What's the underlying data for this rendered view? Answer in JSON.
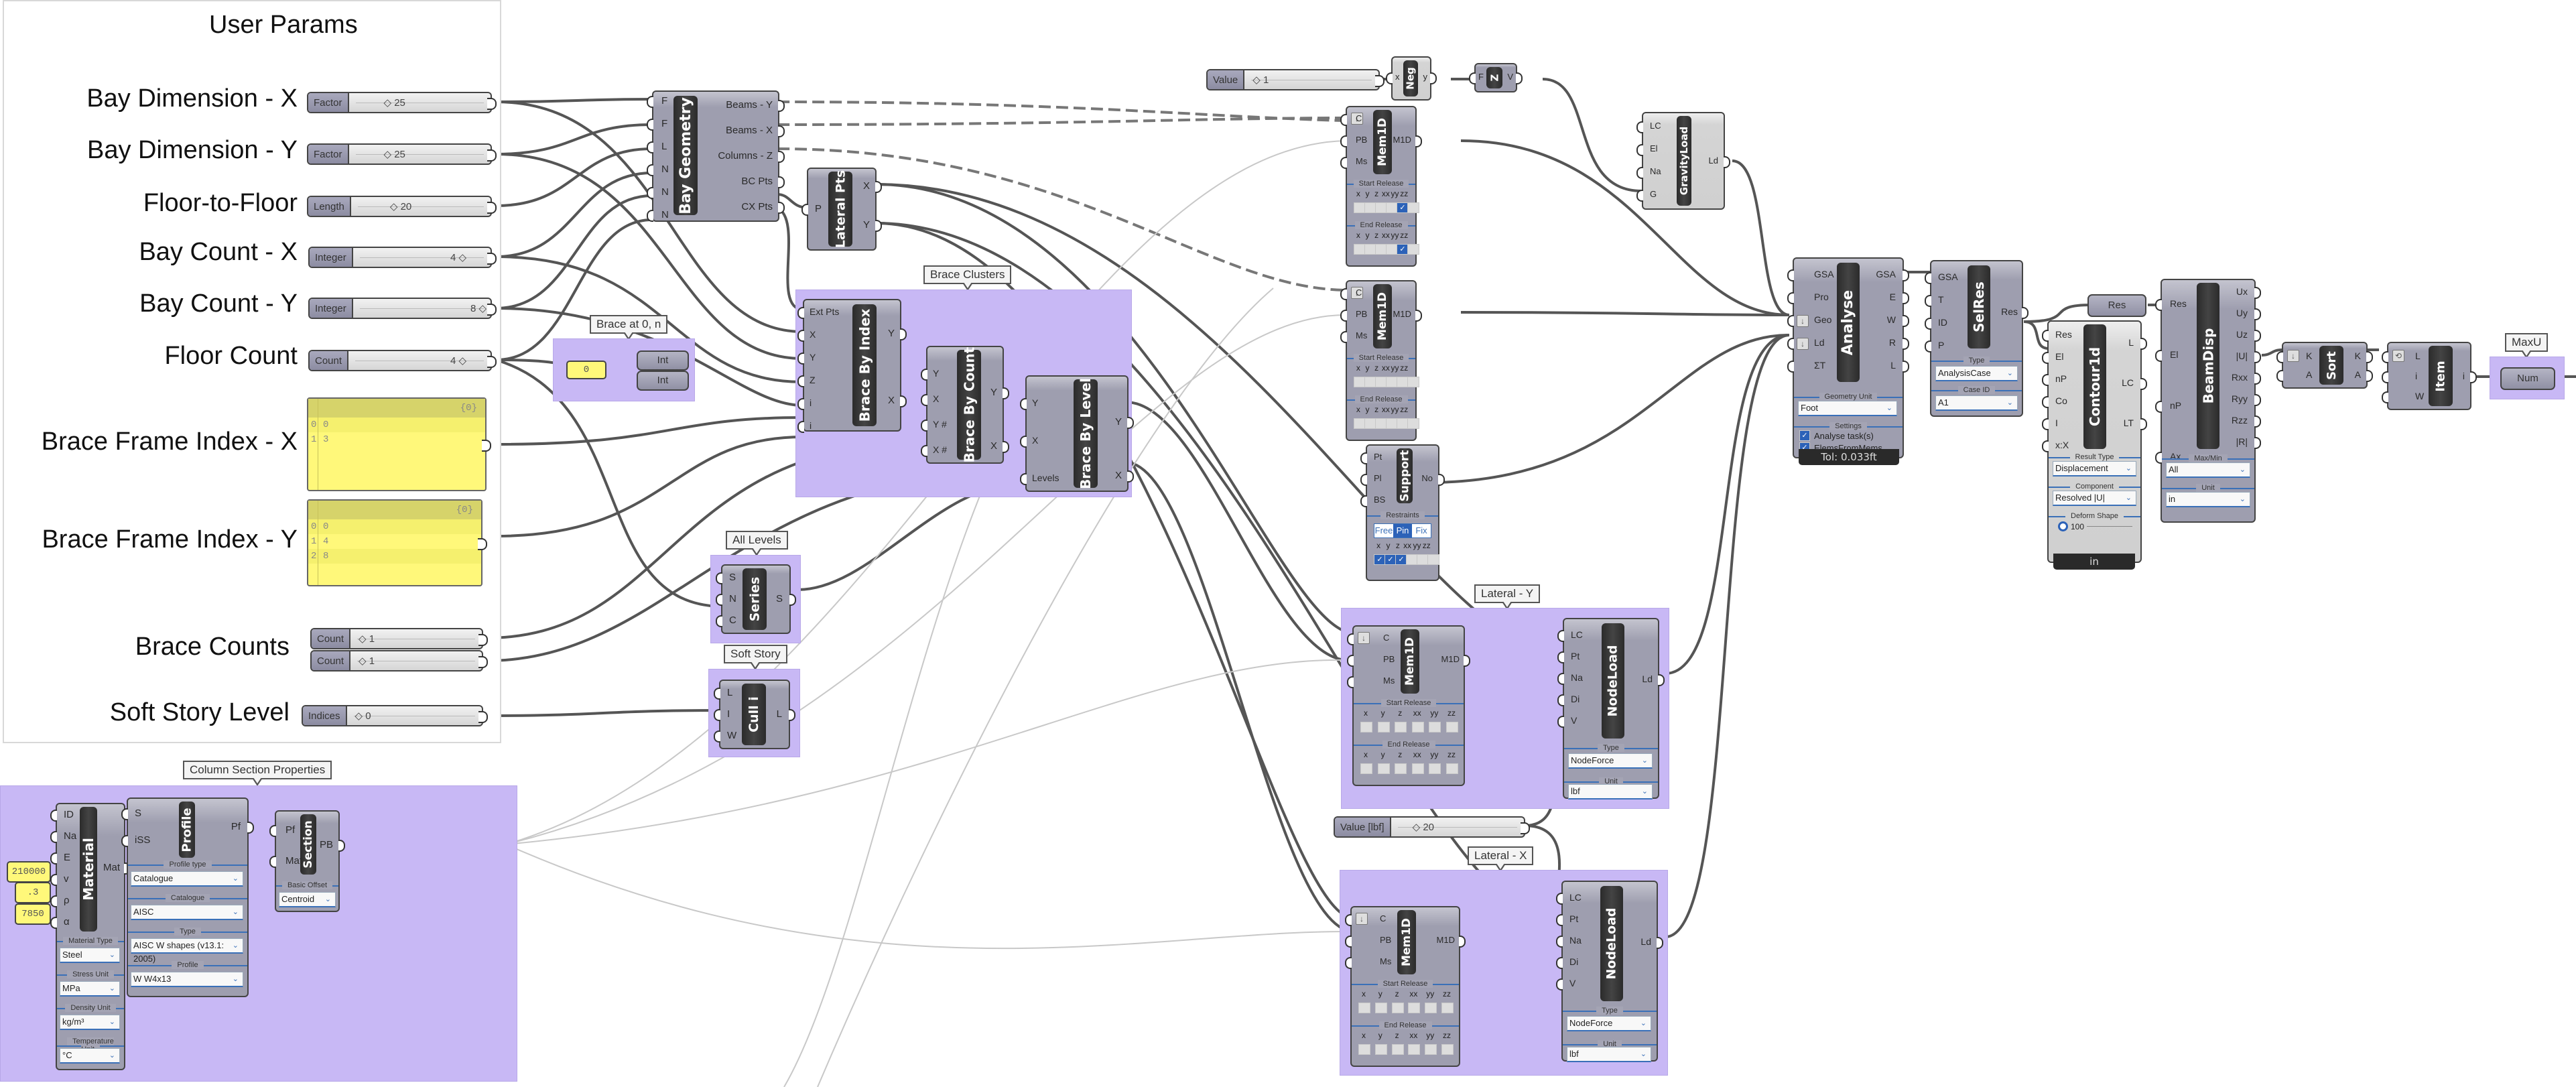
{
  "user_params": {
    "title": "User Params",
    "labels": {
      "bay_dim_x": "Bay Dimension - X",
      "bay_dim_y": "Bay Dimension - Y",
      "floor_to_floor": "Floor-to-Floor",
      "bay_count_x": "Bay Count - X",
      "bay_count_y": "Bay Count - Y",
      "floor_count": "Floor Count",
      "brace_index_x": "Brace Frame Index - X",
      "brace_index_y": "Brace Frame Index - Y",
      "brace_counts": "Brace Counts",
      "soft_story": "Soft Story Level"
    },
    "sliders": {
      "bay_dim_x": {
        "name": "Factor",
        "value": "25"
      },
      "bay_dim_y": {
        "name": "Factor",
        "value": "25"
      },
      "floor_to_floor": {
        "name": "Length",
        "value": "20"
      },
      "bay_count_x": {
        "name": "Integer",
        "value": "4"
      },
      "bay_count_y": {
        "name": "Integer",
        "value": "8"
      },
      "floor_count": {
        "name": "Count",
        "value": "4"
      },
      "brace_count_1": {
        "name": "Count",
        "value": "1"
      },
      "brace_count_2": {
        "name": "Count",
        "value": "1"
      },
      "soft_story": {
        "name": "Indices",
        "value": "0"
      }
    },
    "panels": {
      "brace_index_x": {
        "path": "{0}",
        "rows": [
          [
            "0",
            "0"
          ],
          [
            "1",
            "3"
          ]
        ]
      },
      "brace_index_y": {
        "path": "{0}",
        "rows": [
          [
            "0",
            "0"
          ],
          [
            "1",
            "4"
          ],
          [
            "2",
            "8"
          ]
        ]
      }
    }
  },
  "groups": {
    "brace_at": "Brace at 0, n",
    "brace_clusters": "Brace Clusters",
    "all_levels": "All Levels",
    "soft_story": "Soft Story",
    "column_section": "Column Section Properties",
    "lateral_y": "Lateral - Y",
    "lateral_x": "Lateral - X",
    "maxu": "MaxU"
  },
  "brace_at": {
    "value": "0",
    "int1": "Int",
    "int2": "Int"
  },
  "bay_geometry": {
    "name": "Bay Geometry",
    "inputs": [
      "F",
      "F",
      "L",
      "N",
      "N",
      "N"
    ],
    "outputs": [
      "Beams - Y",
      "Beams - X",
      "Columns - Z",
      "BC Pts",
      "CX Pts"
    ]
  },
  "lateral_pts": {
    "name": "Lateral Pts",
    "inputs": [
      "P"
    ],
    "outputs": [
      "X",
      "Y"
    ]
  },
  "brace_by_index": {
    "name": "Brace By Index",
    "inputs": [
      "Ext Pts",
      "X",
      "Y",
      "Z",
      "i",
      "i"
    ],
    "outputs": [
      "Y",
      "X"
    ]
  },
  "brace_by_count": {
    "name": "Brace By Count",
    "inputs": [
      "Y",
      "X",
      "Y #",
      "X #"
    ],
    "outputs": [
      "Y",
      "X"
    ]
  },
  "brace_by_level": {
    "name": "Brace By Level",
    "inputs": [
      "Y",
      "X",
      "Levels"
    ],
    "outputs": [
      "Y",
      "X"
    ]
  },
  "series": {
    "name": "Series",
    "inputs": [
      "S",
      "N",
      "C"
    ],
    "outputs": [
      "S"
    ]
  },
  "cull": {
    "name": "Cull i",
    "inputs": [
      "L",
      "I",
      "W"
    ],
    "outputs": [
      "L"
    ]
  },
  "material": {
    "name": "Material",
    "inputs": [
      "ID",
      "Na",
      "E",
      "v",
      "ρ",
      "α"
    ],
    "outputs": [
      "Mat"
    ],
    "values": [
      "210000",
      ".3",
      "7850"
    ],
    "sections": [
      {
        "label": "Material Type",
        "value": "Steel"
      },
      {
        "label": "Stress Unit",
        "value": "MPa"
      },
      {
        "label": "Density Unit",
        "value": "kg/m³"
      },
      {
        "label": "Temperature Unit",
        "value": "°C"
      }
    ]
  },
  "profile": {
    "name": "Profile",
    "inputs": [
      "S",
      "iSS"
    ],
    "outputs": [
      "Pf"
    ],
    "sections": [
      {
        "label": "Profile type",
        "value": "Catalogue"
      },
      {
        "label": "Catalogue",
        "value": "AISC"
      },
      {
        "label": "Type",
        "value": "AISC W shapes (v13.1: 2005)"
      },
      {
        "label": "Profile",
        "value": "W W4x13"
      }
    ]
  },
  "section": {
    "name": "Section",
    "inputs": [
      "Pf",
      "Mat"
    ],
    "outputs": [
      "PB"
    ],
    "sections": [
      {
        "label": "Basic Offset",
        "value": "Centroid"
      }
    ]
  },
  "value_top": {
    "name": "Value",
    "value": "1"
  },
  "neg": {
    "name": "Neg",
    "inputs": [
      "x"
    ],
    "outputs": [
      "y"
    ]
  },
  "unit_z": {
    "name": "Z",
    "inputs": [
      "F"
    ],
    "outputs": [
      "V"
    ]
  },
  "gravity_load": {
    "name": "GravityLoad",
    "inputs": [
      "LC",
      "El",
      "Na",
      "G"
    ],
    "outputs": [
      "Ld"
    ]
  },
  "mem1d": {
    "name": "Mem1D",
    "inputs": [
      "C",
      "PB",
      "Ms"
    ],
    "outputs": [
      "M1D"
    ],
    "start_label": "Start Release",
    "end_label": "End Release",
    "axes": [
      "x",
      "y",
      "z",
      "xx",
      "yy",
      "zz"
    ],
    "instances": [
      {
        "start": [
          false,
          false,
          false,
          false,
          true,
          false
        ],
        "end": [
          false,
          false,
          false,
          false,
          true,
          false
        ]
      },
      {
        "start": [
          false,
          false,
          false,
          false,
          false,
          false
        ],
        "end": [
          false,
          false,
          false,
          false,
          false,
          false
        ]
      },
      {
        "start": [
          false,
          false,
          false,
          false,
          false,
          false
        ],
        "end": [
          false,
          false,
          false,
          false,
          false,
          false
        ]
      },
      {
        "start": [
          false,
          false,
          false,
          false,
          false,
          false
        ],
        "end": [
          false,
          false,
          false,
          false,
          false,
          false
        ]
      }
    ]
  },
  "support": {
    "name": "Support",
    "inputs": [
      "Pt",
      "Pl",
      "BS"
    ],
    "outputs": [
      "No"
    ],
    "section_label": "Restraints",
    "modes": [
      "Free",
      "Pin",
      "Fix"
    ],
    "selected_mode": "Pin",
    "axes": [
      "x",
      "y",
      "z",
      "xx",
      "yy",
      "zz"
    ],
    "checks": [
      true,
      true,
      true,
      false,
      false,
      false
    ]
  },
  "node_load": {
    "name": "NodeLoad",
    "inputs": [
      "LC",
      "Pt",
      "Na",
      "Di",
      "V"
    ],
    "outputs": [
      "Ld"
    ],
    "type_label": "Type",
    "type_value": "NodeForce",
    "unit_label": "Unit",
    "unit_value": "lbf"
  },
  "value_lbf": {
    "name": "Value [lbf]",
    "value": "20"
  },
  "analyse": {
    "name": "Analyse",
    "inputs": [
      "GSA",
      "Pro",
      "Geo",
      "Ld",
      "ΣT"
    ],
    "outputs": [
      "GSA",
      "E",
      "W",
      "R",
      "L"
    ],
    "geometry_unit_label": "Geometry Unit",
    "geometry_unit": "Foot",
    "settings_label": "Settings",
    "settings": [
      {
        "label": "Analyse task(s)",
        "checked": true
      },
      {
        "label": "ElemsFromMems",
        "checked": true
      }
    ],
    "footer": "Tol: 0.033ft"
  },
  "selres": {
    "name": "SelRes",
    "inputs": [
      "GSA",
      "T",
      "ID",
      "P"
    ],
    "outputs": [
      "Res"
    ],
    "type_label": "Type",
    "type_value": "AnalysisCase",
    "case_label": "Case ID",
    "case_value": "A1"
  },
  "res_param": {
    "name": "Res"
  },
  "contour": {
    "name": "Contour1d",
    "inputs": [
      "Res",
      "El",
      "nP",
      "Co",
      "I",
      "x:X"
    ],
    "outputs": [
      "L",
      "LC",
      "LT"
    ],
    "result_type_label": "Result Type",
    "result_type": "Displacement",
    "component_label": "Component",
    "component": "Resolved |U|",
    "deform_label": "Deform Shape",
    "deform_value": "100",
    "footer": "in"
  },
  "beamdisp": {
    "name": "BeamDisp",
    "inputs": [
      "Res",
      "El",
      "nP",
      "Ax"
    ],
    "outputs": [
      "Ux",
      "Uy",
      "Uz",
      "|U|",
      "Rxx",
      "Ryy",
      "Rzz",
      "|R|"
    ],
    "maxmin_label": "Max/Min",
    "maxmin_value": "All",
    "unit_label": "Unit",
    "unit_value": "in"
  },
  "sort": {
    "name": "Sort",
    "inputs": [
      "K",
      "A"
    ],
    "outputs": [
      "K",
      "A"
    ]
  },
  "item": {
    "name": "Item",
    "inputs": [
      "L",
      "i",
      "W"
    ],
    "outputs": [
      "i"
    ]
  },
  "num": {
    "name": "Num"
  }
}
